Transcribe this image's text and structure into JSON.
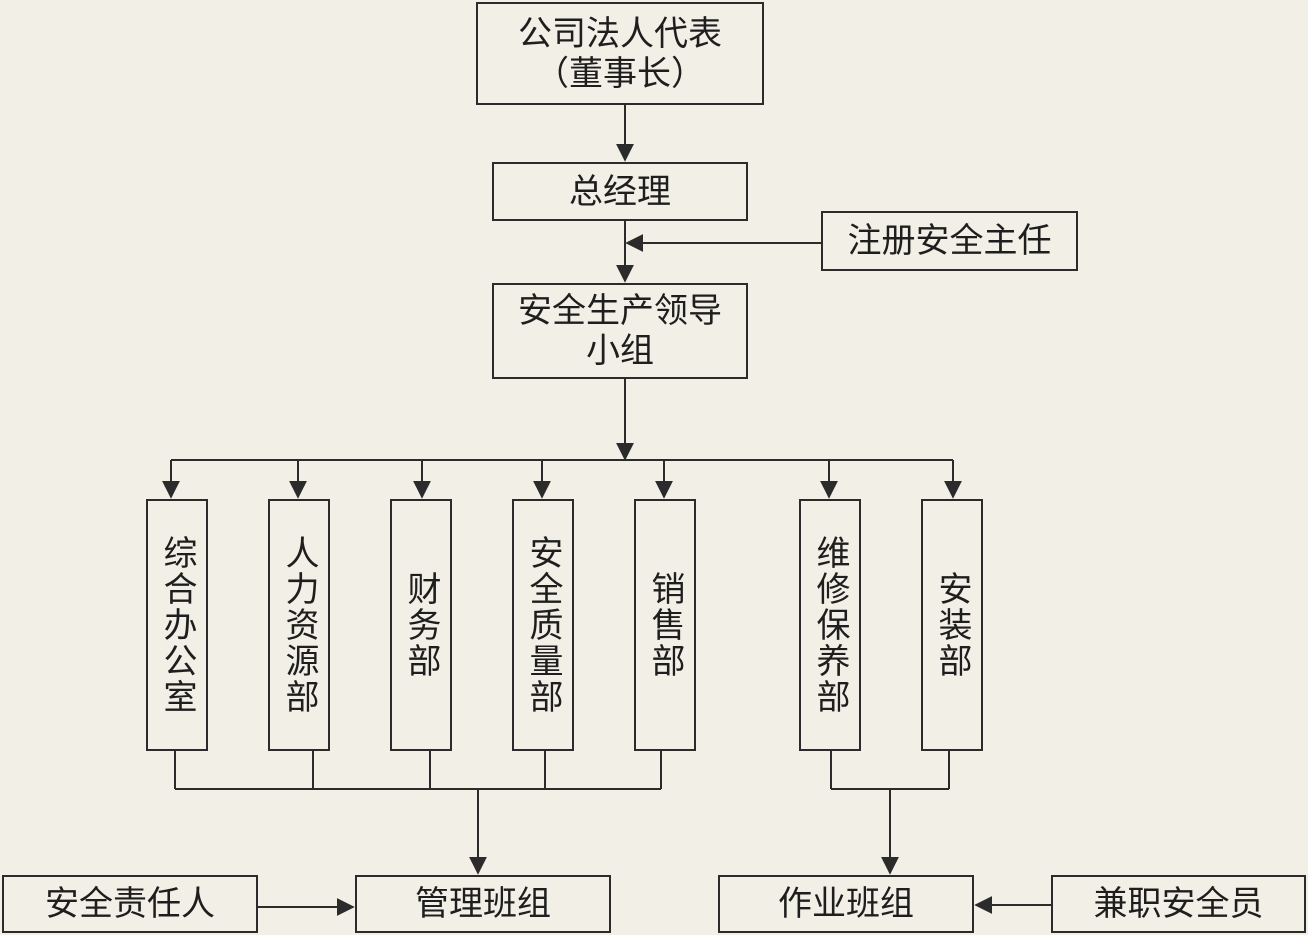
{
  "nodes": {
    "legal_rep": {
      "line1": "公司法人代表",
      "line2": "（董事长）"
    },
    "general_manager": "总经理",
    "registered_safety_director": "注册安全主任",
    "safety_leading_group": {
      "line1": "安全生产领导",
      "line2": "小组"
    },
    "departments": {
      "general_office": "综合办公室",
      "human_resources": "人力资源部",
      "finance": "财务部",
      "safety_quality": "安全质量部",
      "sales": "销售部",
      "maintenance": "维修保养部",
      "installation": "安装部"
    },
    "management_team": "管理班组",
    "safety_responsible_person": "安全责任人",
    "operations_team": "作业班组",
    "part_time_safety_officer": "兼职安全员"
  },
  "colors": {
    "line": "#2b2b2b",
    "background": "#f2efe6"
  }
}
